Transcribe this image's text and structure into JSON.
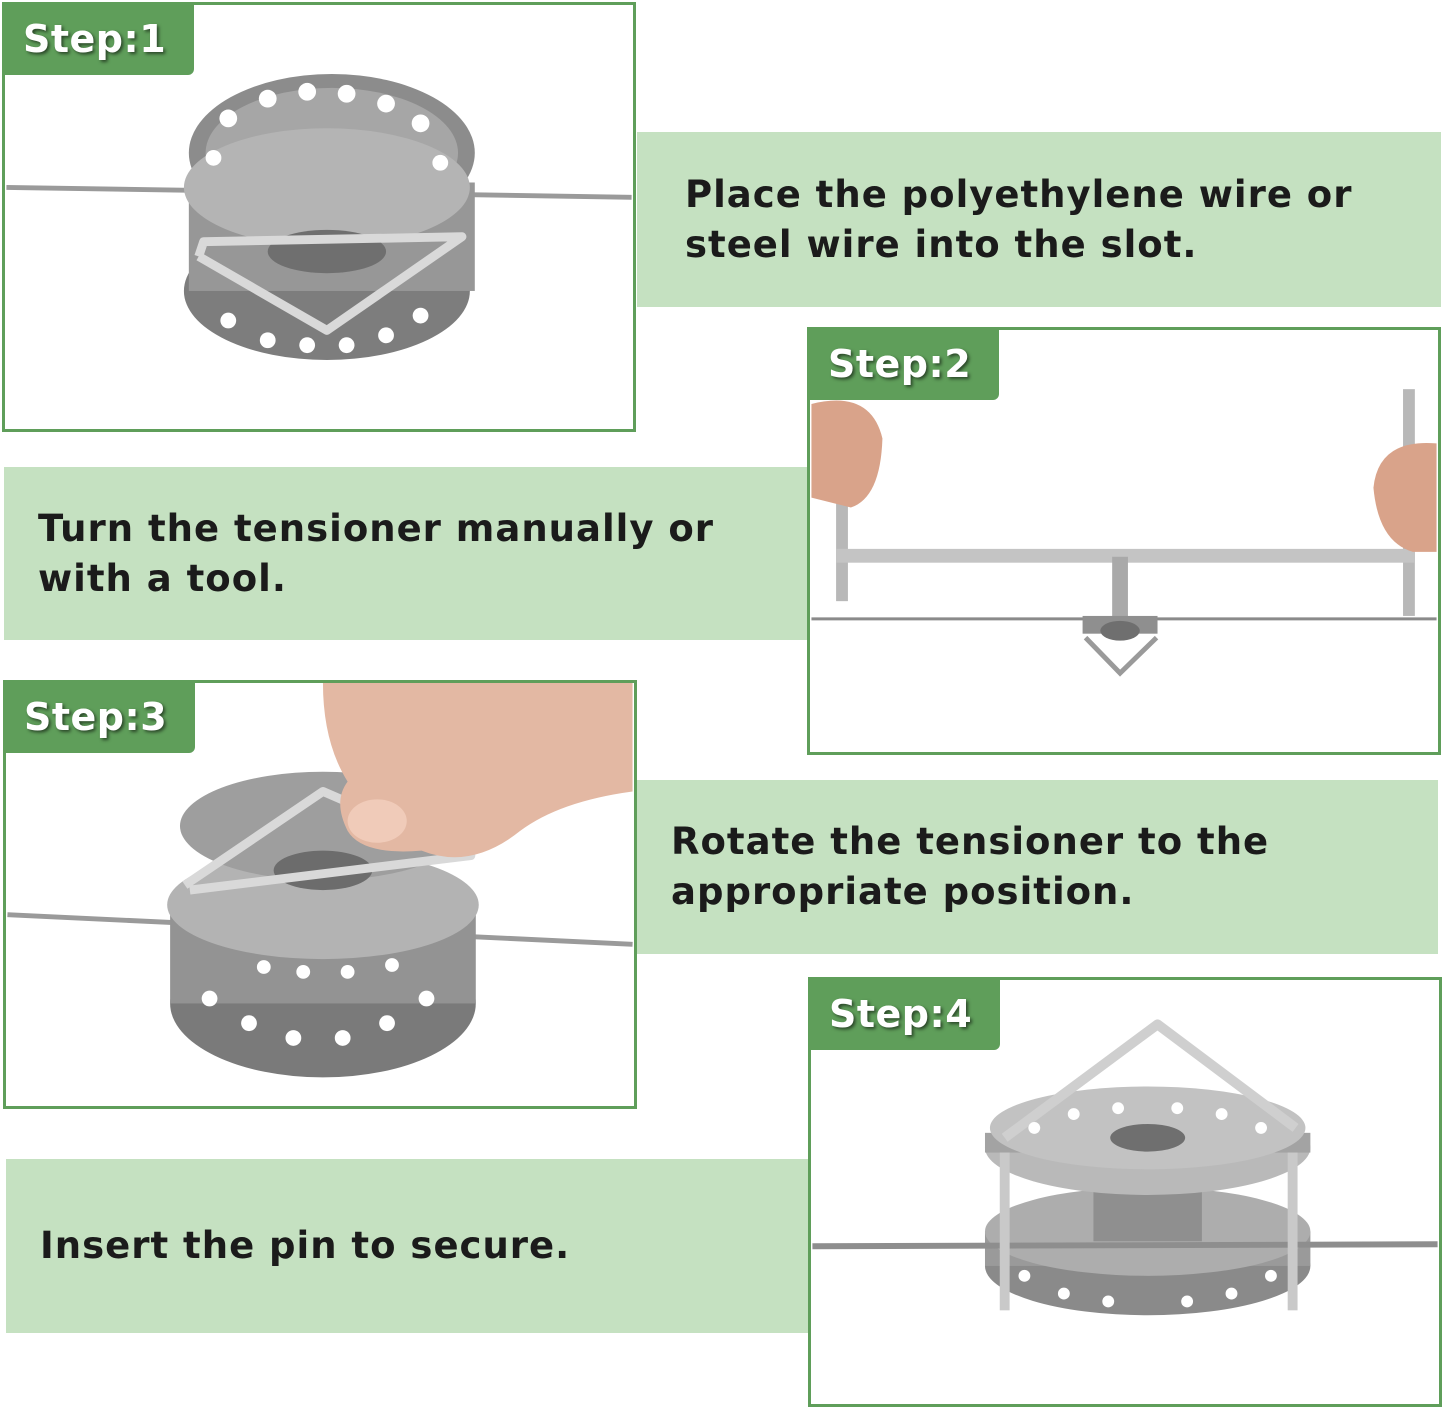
{
  "steps": [
    {
      "label": "Step:1",
      "instruction": "Place the polyethylene wire or steel wire into the slot."
    },
    {
      "label": "Step:2",
      "instruction": "Turn the tensioner manually or with a tool."
    },
    {
      "label": "Step:3",
      "instruction": "Rotate the tensioner to the appropriate position."
    },
    {
      "label": "Step:4",
      "instruction": "Insert the pin to secure."
    }
  ],
  "colors": {
    "accent": "#5f9e5a",
    "note_bg": "#c5e1c1",
    "text": "#1b1b1b"
  }
}
